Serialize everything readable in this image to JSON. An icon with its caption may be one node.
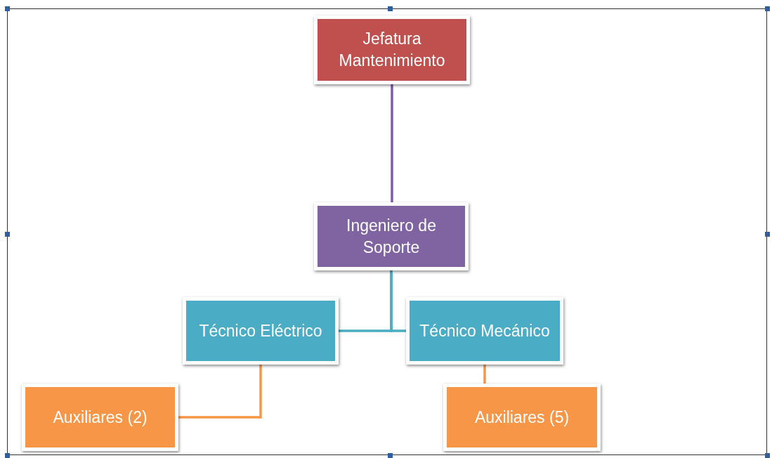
{
  "diagram": {
    "nodes": [
      {
        "text": [
          "Jefatura Mantenimiento"
        ]
      },
      {
        "text": [
          "Ingeniero de Soporte"
        ]
      },
      {
        "text": [
          "Técnico Eléctrico"
        ]
      },
      {
        "text": [
          "Técnico Mecánico"
        ]
      },
      {
        "text": [
          "Auxiliares (2)"
        ]
      },
      {
        "text": [
          "Auxiliares (5)"
        ]
      }
    ],
    "edges": [
      {
        "from": 0,
        "to": 1,
        "arrow": "none",
        "color": "#7b5ea7"
      },
      {
        "from": 1,
        "to": 2,
        "arrow": "none",
        "color": "#4bacc6"
      },
      {
        "from": 1,
        "to": 3,
        "arrow": "none",
        "color": "#4bacc6"
      },
      {
        "from": 2,
        "to": 4,
        "arrow": "none",
        "color": "#f79646"
      },
      {
        "from": 3,
        "to": 5,
        "arrow": "none",
        "color": "#f79646"
      }
    ]
  }
}
